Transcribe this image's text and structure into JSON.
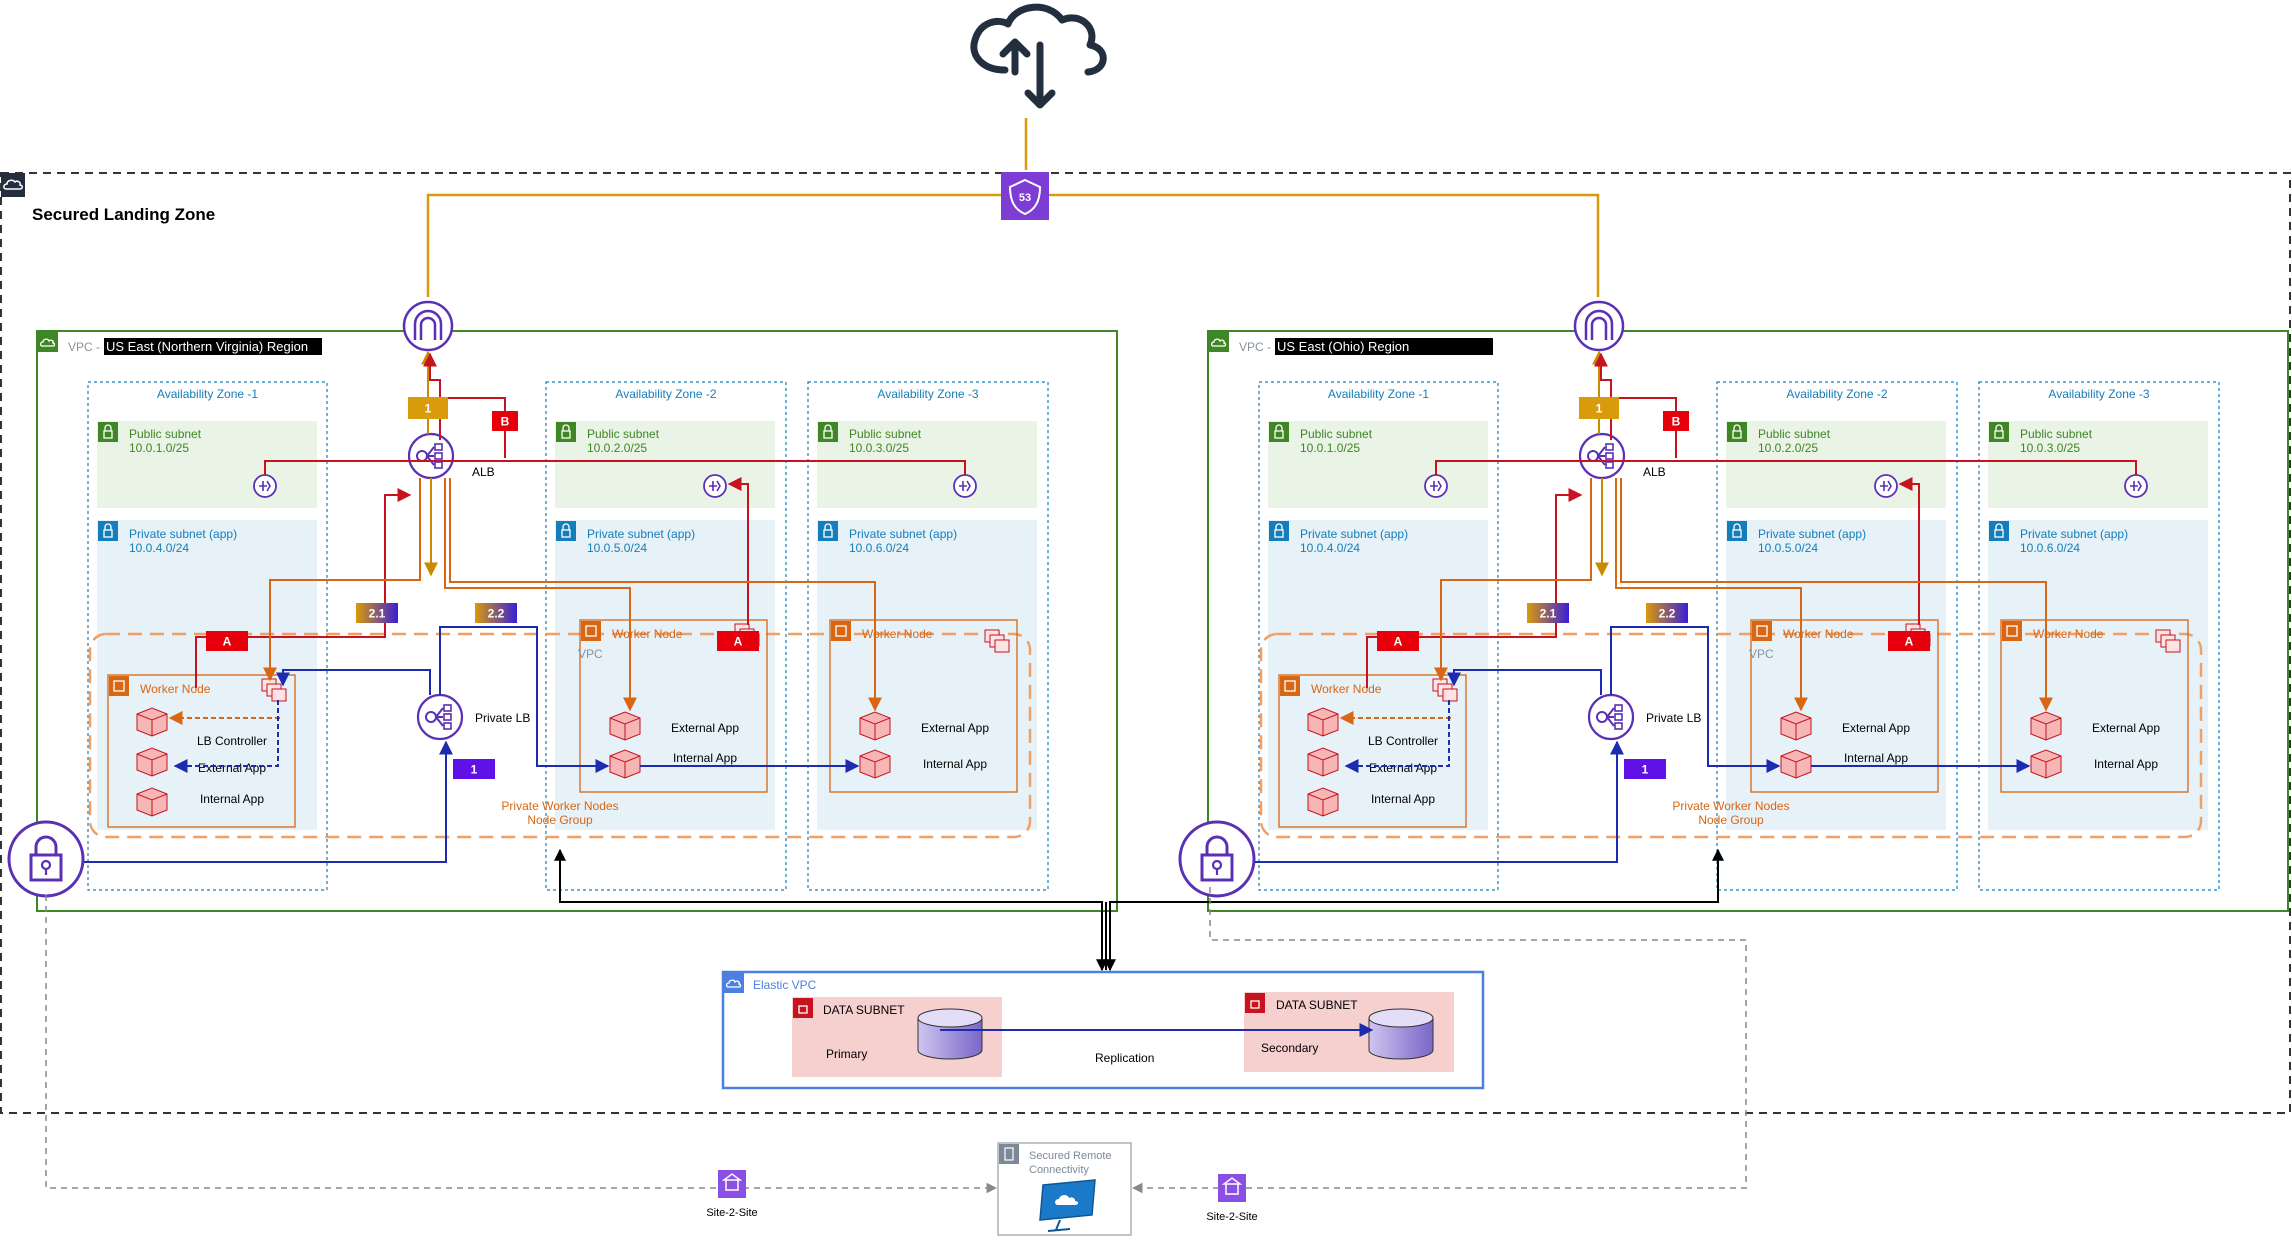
{
  "landing_zone": {
    "title": "Secured Landing Zone"
  },
  "regions": [
    {
      "vpc_prefix": "VPC - ",
      "vpc_name": "US East (Northern Virginia) Region",
      "alb_label": "ALB",
      "private_lb_label": "Private LB",
      "node_group_line1": "Private Worker Nodes",
      "node_group_line2": "Node Group",
      "vpc_tag": "VPC",
      "zones": [
        {
          "name": "Availability Zone -1",
          "public_subnet": "Public subnet",
          "public_cidr": "10.0.1.0/25",
          "private_subnet": "Private subnet (app)",
          "private_cidr": "10.0.4.0/24"
        },
        {
          "name": "Availability Zone -2",
          "public_subnet": "Public subnet",
          "public_cidr": "10.0.2.0/25",
          "private_subnet": "Private subnet (app)",
          "private_cidr": "10.0.5.0/24"
        },
        {
          "name": "Availability Zone -3",
          "public_subnet": "Public subnet",
          "public_cidr": "10.0.3.0/25",
          "private_subnet": "Private subnet (app)",
          "private_cidr": "10.0.6.0/24"
        }
      ],
      "worker_nodes": [
        {
          "title": "Worker Node",
          "apps": [
            "LB Controller",
            "External App",
            "Internal App"
          ]
        },
        {
          "title": "Worker Node",
          "apps": [
            "External App",
            "Internal App"
          ]
        },
        {
          "title": "Worker Node",
          "apps": [
            "External App",
            "Internal App"
          ]
        }
      ]
    },
    {
      "vpc_prefix": "VPC - ",
      "vpc_name": "US East (Ohio) Region",
      "alb_label": "ALB",
      "private_lb_label": "Private LB",
      "node_group_line1": "Private Worker Nodes",
      "node_group_line2": "Node Group",
      "vpc_tag": "VPC",
      "zones": [
        {
          "name": "Availability Zone -1",
          "public_subnet": "Public subnet",
          "public_cidr": "10.0.1.0/25",
          "private_subnet": "Private subnet (app)",
          "private_cidr": "10.0.4.0/24"
        },
        {
          "name": "Availability Zone -2",
          "public_subnet": "Public subnet",
          "public_cidr": "10.0.2.0/25",
          "private_subnet": "Private subnet (app)",
          "private_cidr": "10.0.5.0/24"
        },
        {
          "name": "Availability Zone -3",
          "public_subnet": "Public subnet",
          "public_cidr": "10.0.3.0/25",
          "private_subnet": "Private subnet (app)",
          "private_cidr": "10.0.6.0/24"
        }
      ],
      "worker_nodes": [
        {
          "title": "Worker Node",
          "apps": [
            "LB Controller",
            "External App",
            "Internal App"
          ]
        },
        {
          "title": "Worker Node",
          "apps": [
            "External App",
            "Internal App"
          ]
        },
        {
          "title": "Worker Node",
          "apps": [
            "External App",
            "Internal App"
          ]
        }
      ]
    }
  ],
  "badges": {
    "one": "1",
    "a": "A",
    "b": "B",
    "two_one": "2.1",
    "two_two": "2.2"
  },
  "elastic_vpc": {
    "title": "Elastic VPC",
    "primary_subnet": "DATA SUBNET",
    "primary_label": "Primary",
    "secondary_subnet": "DATA SUBNET",
    "secondary_label": "Secondary",
    "replication_label": "Replication"
  },
  "remote": {
    "line1": "Secured Remote",
    "line2": "Connectivity"
  },
  "site_to_site": {
    "left": "Site-2-Site",
    "right": "Site-2-Site"
  },
  "colors": {
    "vpc_green": "#3f8624",
    "public_bg": "#e9f3e6",
    "private_bg": "#e6f1f8",
    "az_blue": "#147eba",
    "orange": "#d86613",
    "red": "#c7131f",
    "badge_red": "#e7000b",
    "gold": "#d99a0b",
    "purple": "#5a30b5",
    "navy": "#1c2bb0",
    "elastic_blue": "#4d7fe0",
    "data_bg": "#f6cfcf",
    "app_pink": "#f6b6b6",
    "route53": "#7d3cd3"
  }
}
